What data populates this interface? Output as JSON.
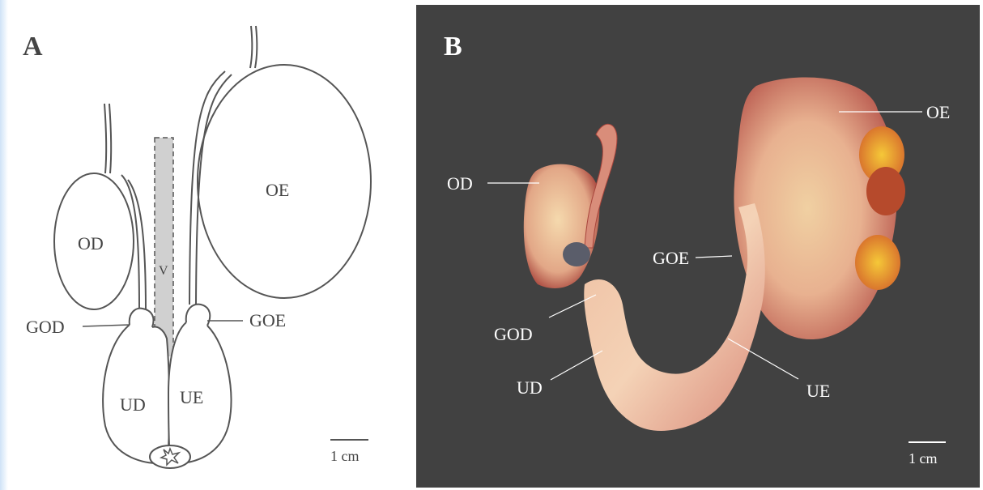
{
  "panel_a": {
    "letter": "A",
    "labels": {
      "od": "OD",
      "oe": "OE",
      "v": "V",
      "god": "GOD",
      "goe": "GOE",
      "ud": "UD",
      "ue": "UE"
    },
    "scale_bar": "1 cm"
  },
  "panel_b": {
    "letter": "B",
    "labels": {
      "od": "OD",
      "oe": "OE",
      "goe": "GOE",
      "god": "GOD",
      "ud": "UD",
      "ue": "UE"
    },
    "scale_bar": "1 cm"
  },
  "colors": {
    "line": "#555555",
    "panel_b_background": "#414141",
    "v_region": "#d0d0d0"
  }
}
